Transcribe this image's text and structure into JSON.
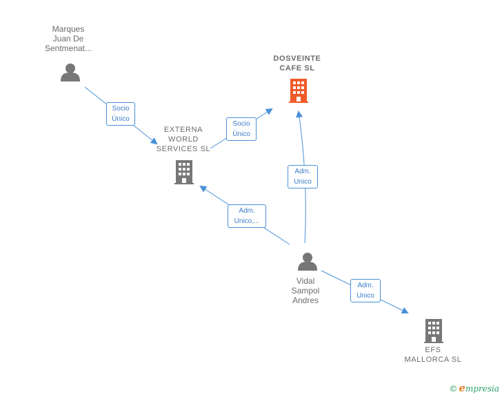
{
  "nodes": {
    "marques": {
      "label": "Marques\nJuan De\nSentmenat...",
      "icon": "person-icon"
    },
    "dosveinte": {
      "label": "DOSVEINTE\nCAFE  SL",
      "icon": "building-icon",
      "color": "#f05a28"
    },
    "externa": {
      "label": "EXTERNA\nWORLD\nSERVICES  SL",
      "icon": "building-icon"
    },
    "vidal": {
      "label": "Vidal\nSampol\nAndres",
      "icon": "person-icon"
    },
    "efs": {
      "label": "EFS\nMALLORCA  SL",
      "icon": "building-icon"
    }
  },
  "edges": {
    "marques_externa": "Socio\nÚnico",
    "externa_dosveinte": "Socio\nÚnico",
    "vidal_dosveinte": "Adm.\nUnico",
    "vidal_externa": "Adm.\nUnico,...",
    "vidal_efs": "Adm.\nUnico"
  },
  "colors": {
    "edge": "#4a90d9",
    "icon_gray": "#777777",
    "icon_highlight": "#f05a28"
  },
  "footer": {
    "copyright": "©",
    "brand_initial": "e",
    "brand_rest": "mpresia"
  }
}
